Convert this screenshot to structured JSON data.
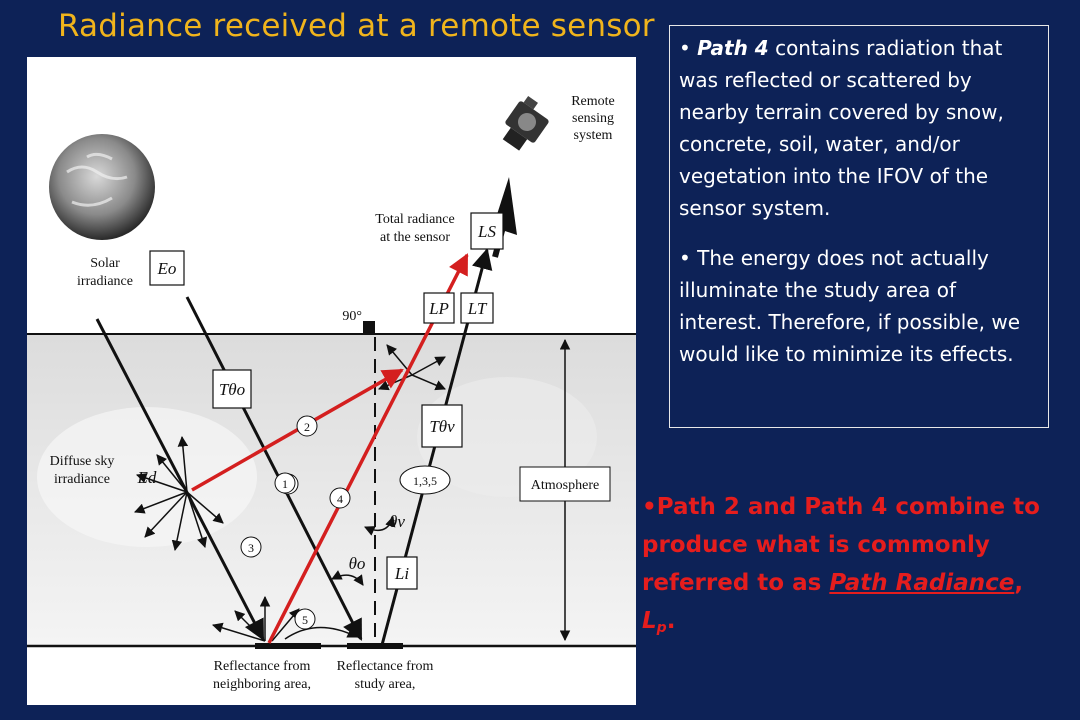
{
  "title": "Radiance received at a remote sensor",
  "figure": {
    "remote_sensing": [
      "Remote",
      "sensing",
      "system"
    ],
    "total_radiance": [
      "Total radiance",
      "at the sensor"
    ],
    "solar_irradiance": [
      "Solar",
      "irradiance"
    ],
    "diffuse_sky": [
      "Diffuse sky",
      "irradiance"
    ],
    "atmosphere": "Atmosphere",
    "right_angle": "90°",
    "reflect_neighbor": [
      "Reflectance from",
      "neighboring area,"
    ],
    "reflect_study": [
      "Reflectance from",
      "study area,"
    ],
    "sym_Eo": "Eo",
    "sym_Ed": "Ed",
    "sym_LS": "LS",
    "sym_LP": "LP",
    "sym_LT": "LT",
    "sym_Li": "Li",
    "sym_Tto": "Tθo",
    "sym_Ttv": "Tθv",
    "theta_v": "θv",
    "theta_o": "θo",
    "path_135": "1,3,5",
    "path_numbers": [
      "1",
      "2",
      "3",
      "4",
      "5"
    ]
  },
  "note": {
    "p1_bold": "Path 4",
    "p1_rest": " contains radiation that was reflected or scattered by nearby terrain covered by snow, concrete, soil, water, and/or vegetation into the IFOV of the sensor system.",
    "p2": "The energy does not actually illuminate the study area of interest. Therefore, if possible, we would like to minimize its effects."
  },
  "callout": {
    "lead": "Path 2 and Path 4 combine to produce what is commonly referred to as ",
    "term": "Path Radiance",
    "sep": ", ",
    "symbol": "L",
    "subscript": "p",
    "end": "."
  },
  "colors": {
    "background": "#0d2257",
    "title": "#f0b41c",
    "callout": "#e51d1d",
    "path_lines": "#d41f1f"
  }
}
